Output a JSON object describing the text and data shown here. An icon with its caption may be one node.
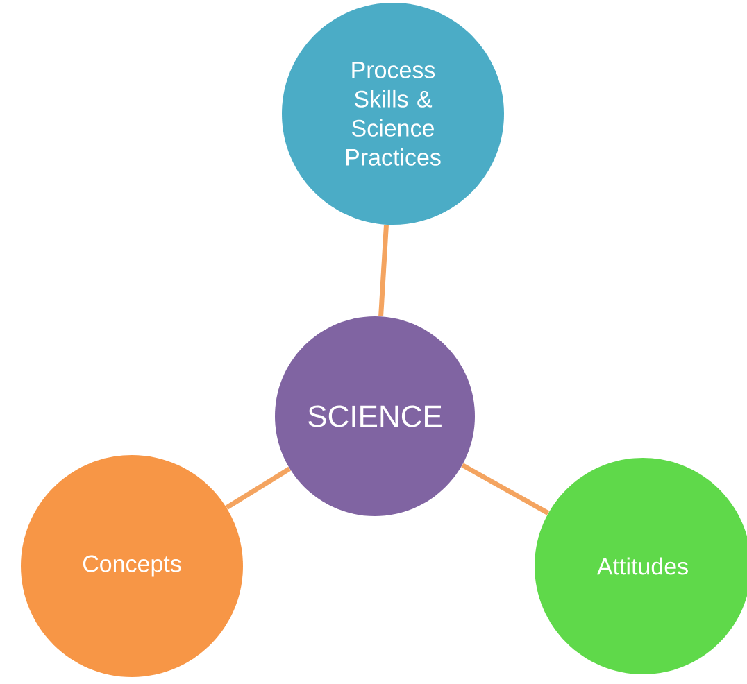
{
  "diagram": {
    "nodes": [
      {
        "text": [
          "Process Skills & Science Practices"
        ]
      },
      {
        "text": [
          "SCIENCE"
        ]
      },
      {
        "text": [
          "Concepts"
        ]
      },
      {
        "text": [
          "Attitudes"
        ]
      }
    ],
    "edges": [
      {
        "from": 1,
        "to": 0,
        "arrow": "none"
      },
      {
        "from": 1,
        "to": 2,
        "arrow": "none"
      },
      {
        "from": 1,
        "to": 3,
        "arrow": "none"
      }
    ]
  }
}
